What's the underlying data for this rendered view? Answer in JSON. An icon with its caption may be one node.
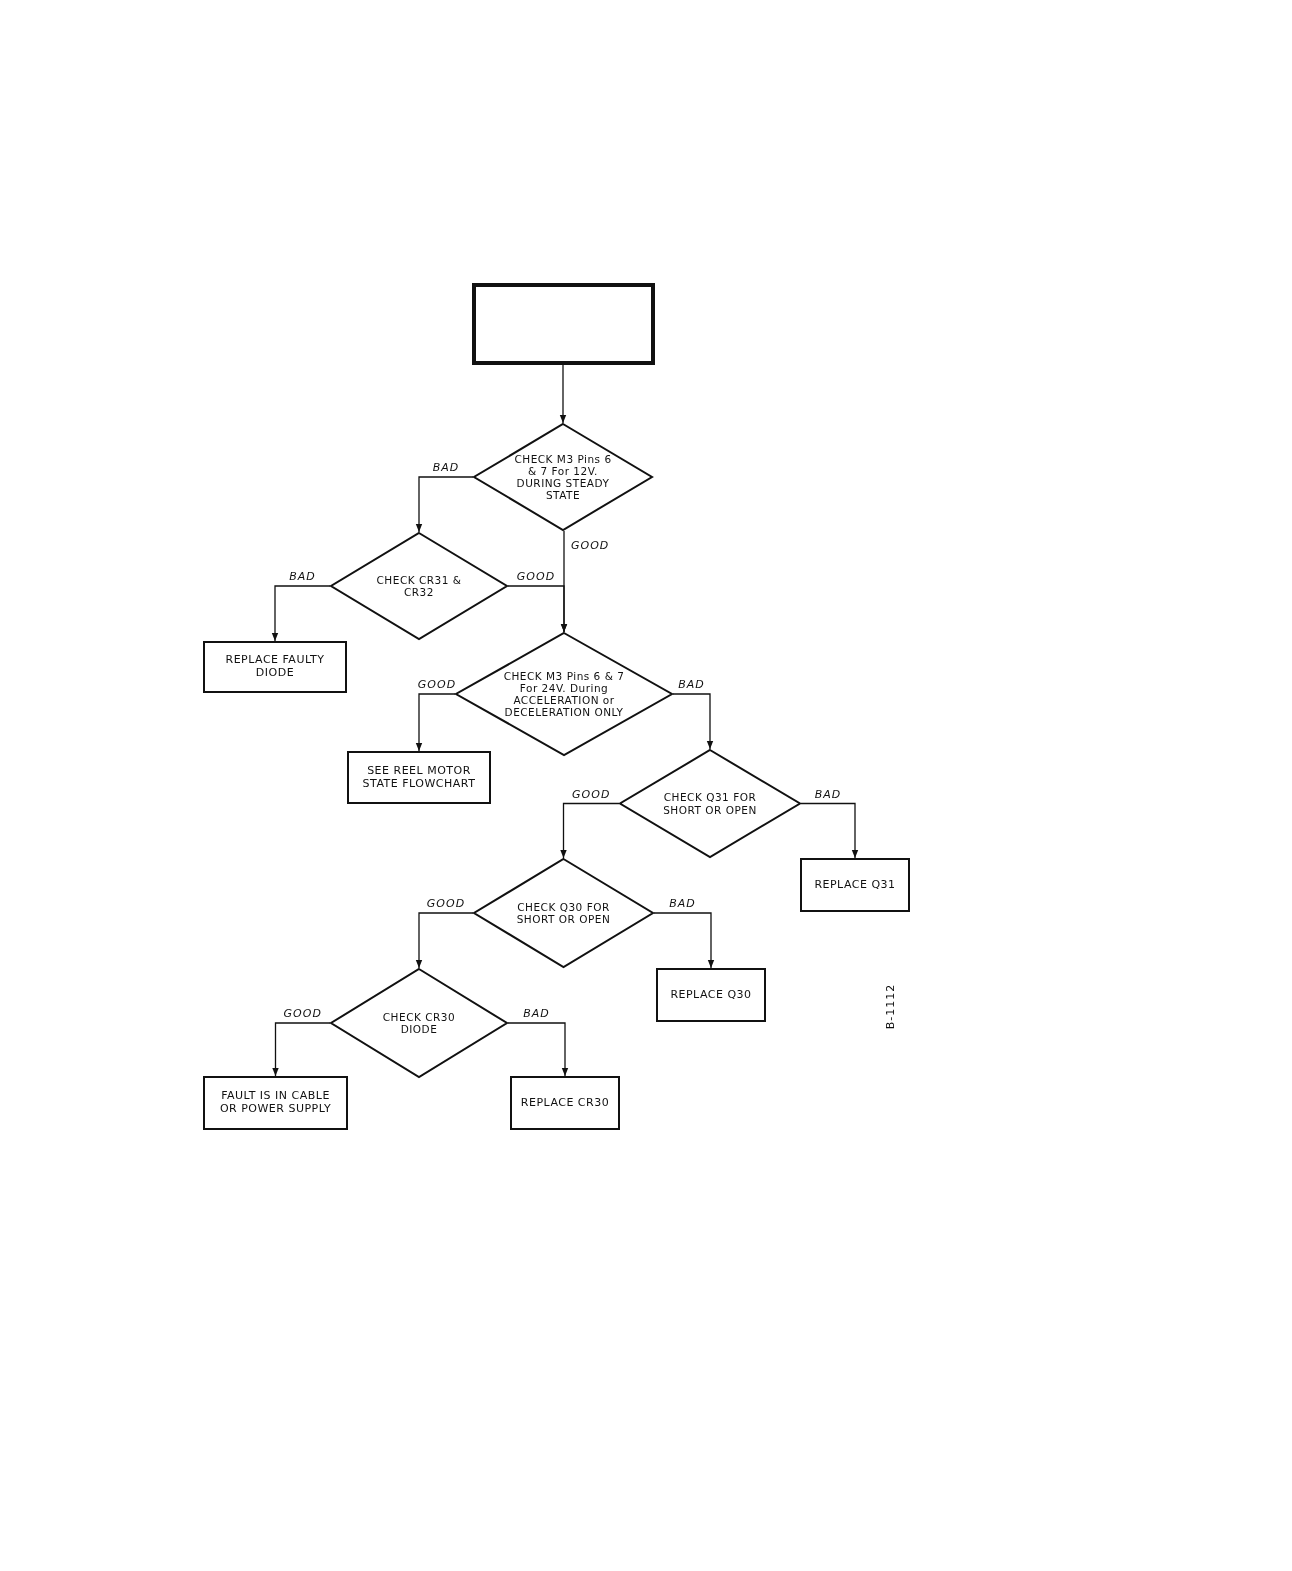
{
  "diagram": {
    "nodes": [
      {
        "text": [],
        "shape": "box"
      },
      {
        "text": [
          "CHECK M3 Pins 6 & 7 For 12V. DURING STEADY STATE"
        ]
      },
      {
        "text": [
          "CHECK CR31 & CR32"
        ]
      },
      {
        "text": [
          "REPLACE FAULTY DIODE"
        ]
      },
      {
        "text": [
          "CHECK M3 Pins 6 & 7 For 24V. During ACCELERATION or DECELERATION ONLY"
        ]
      },
      {
        "text": [
          "SEE REEL MOTOR STATE FLOWCHART"
        ]
      },
      {
        "text": [
          "CHECK Q31 FOR SHORT OR OPEN"
        ]
      },
      {
        "text": [
          "REPLACE Q31"
        ]
      },
      {
        "text": [
          "CHECK Q30 FOR SHORT OR OPEN"
        ]
      },
      {
        "text": [
          "REPLACE Q30"
        ]
      },
      {
        "text": [
          "CHECK CR30 DIODE"
        ]
      },
      {
        "text": [
          "FAULT IS IN CABLE OR POWER SUPPLY"
        ]
      },
      {
        "text": [
          "REPLACE CR30"
        ]
      }
    ],
    "edges": [
      {
        "from": 0,
        "to": 1,
        "arrow": "to"
      },
      {
        "from": 1,
        "to": 2,
        "arrow": "to",
        "label": "BAD"
      },
      {
        "from": 1,
        "to": 4,
        "arrow": "to",
        "label": "GOOD"
      },
      {
        "from": 2,
        "to": 4,
        "arrow": "to",
        "label": "GOOD"
      },
      {
        "from": 2,
        "to": 3,
        "arrow": "to",
        "label": "BAD"
      },
      {
        "from": 4,
        "to": 5,
        "arrow": "to",
        "label": "GOOD"
      },
      {
        "from": 4,
        "to": 6,
        "arrow": "to",
        "label": "BAD"
      },
      {
        "from": 6,
        "to": 8,
        "arrow": "to",
        "label": "GOOD"
      },
      {
        "from": 6,
        "to": 7,
        "arrow": "to",
        "label": "BAD"
      },
      {
        "from": 8,
        "to": 10,
        "arrow": "to",
        "label": "GOOD"
      },
      {
        "from": 8,
        "to": 9,
        "arrow": "to",
        "label": "BAD"
      },
      {
        "from": 10,
        "to": 11,
        "arrow": "to",
        "label": "GOOD"
      },
      {
        "from": 10,
        "to": 12,
        "arrow": "to",
        "label": "BAD"
      }
    ],
    "labels": [
      "B-1112"
    ]
  }
}
